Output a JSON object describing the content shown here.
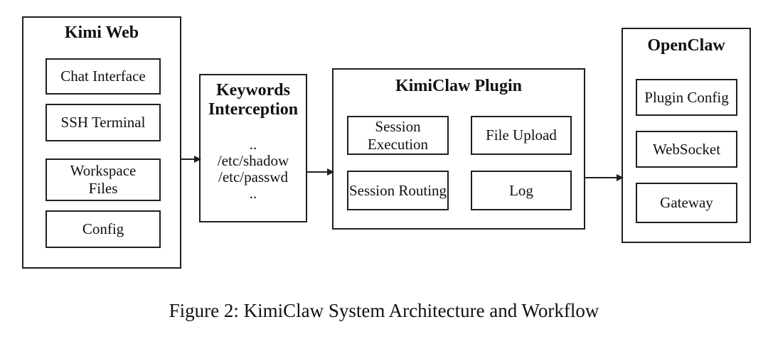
{
  "figure": {
    "caption": "Figure 2: KimiClaw System Architecture and Workflow"
  },
  "colors": {
    "border": "#1f1f1f",
    "background": "#ffffff",
    "text": "#111111"
  },
  "diagram": {
    "kimi_web": {
      "title": "Kimi Web",
      "items": [
        "Chat Interface",
        "SSH Terminal",
        "Workspace Files",
        "Config"
      ]
    },
    "keywords_interception": {
      "title": "Keywords Interception",
      "lines": [
        "..",
        "/etc/shadow",
        "/etc/passwd",
        ".."
      ]
    },
    "kimiclaw_plugin": {
      "title": "KimiClaw Plugin",
      "items": [
        "Session Execution",
        "File Upload",
        "Session Routing",
        "Log"
      ]
    },
    "openclaw": {
      "title": "OpenClaw",
      "items": [
        "Plugin Config",
        "WebSocket",
        "Gateway"
      ]
    },
    "arrows": [
      {
        "from": "Kimi Web",
        "to": "Keywords Interception"
      },
      {
        "from": "Keywords Interception",
        "to": "KimiClaw Plugin"
      },
      {
        "from": "KimiClaw Plugin",
        "to": "OpenClaw"
      }
    ]
  }
}
